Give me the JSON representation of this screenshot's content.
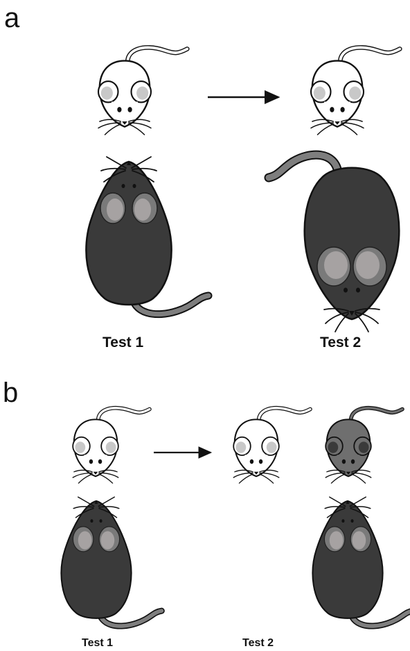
{
  "panels": [
    {
      "id": "a",
      "label": "a",
      "tests": [
        "Test 1",
        "Test 2"
      ]
    },
    {
      "id": "b",
      "label": "b",
      "tests": [
        "Test 1",
        "Test 2"
      ]
    }
  ],
  "colors": {
    "white_mouse_body": "#ffffff",
    "dark_mouse_body": "#3a3a3a",
    "gray_mouse_body": "#6f6f6f",
    "ear_inner": "#9a9a9a",
    "tail_gray": "#8a8a8a",
    "outline": "#111111"
  },
  "icons": [
    "white-mouse-icon",
    "dark-mouse-icon",
    "gray-mouse-icon",
    "arrow-icon"
  ]
}
